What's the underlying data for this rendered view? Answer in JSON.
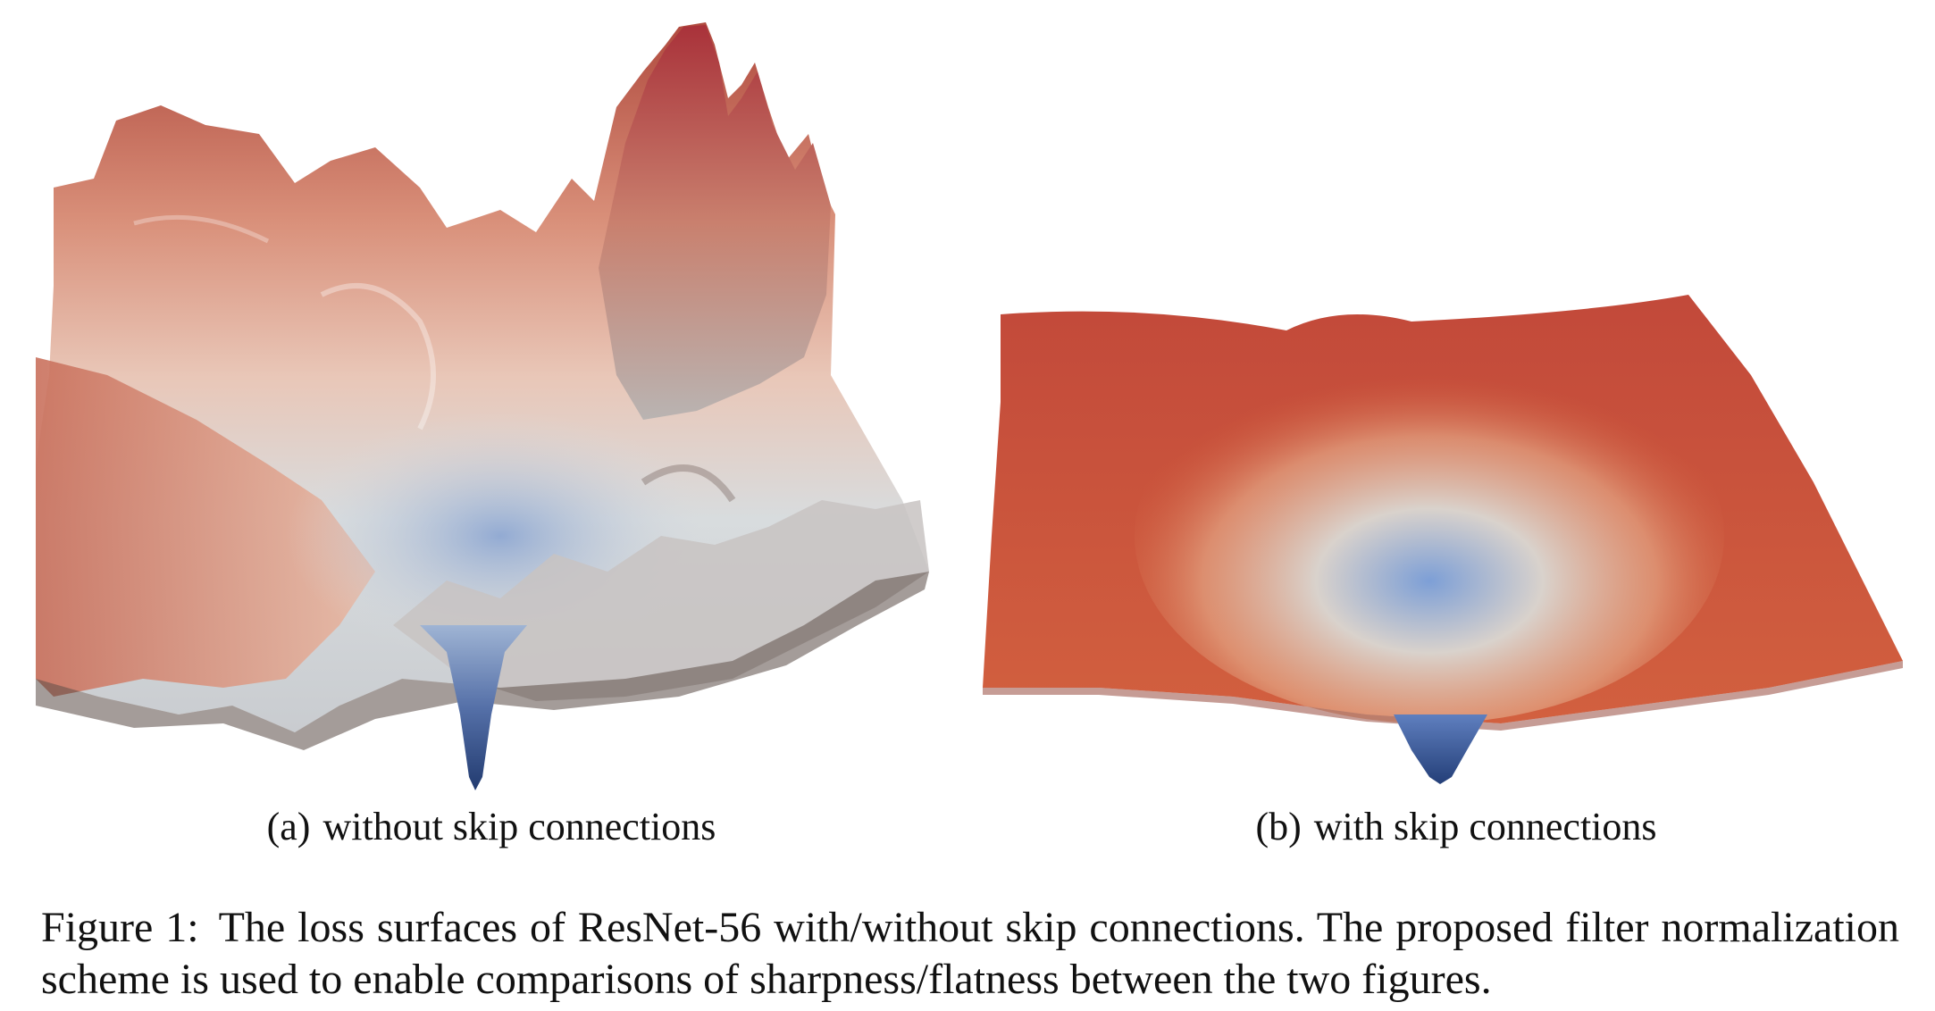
{
  "panels": [
    {
      "tag": "(a)",
      "caption": "without skip connections"
    },
    {
      "tag": "(b)",
      "caption": "with skip connections"
    }
  ],
  "figure_caption": {
    "label": "Figure 1:",
    "text": "The loss surfaces of ResNet-56 with/without skip connections. The proposed filter normalization scheme is used to enable comparisons of sharpness/flatness between the two figures."
  },
  "colors": {
    "high_loss": "#b83a2e",
    "mid_loss": "#e6b39c",
    "neutral": "#dcdedf",
    "low_loss": "#2f4f8f"
  }
}
